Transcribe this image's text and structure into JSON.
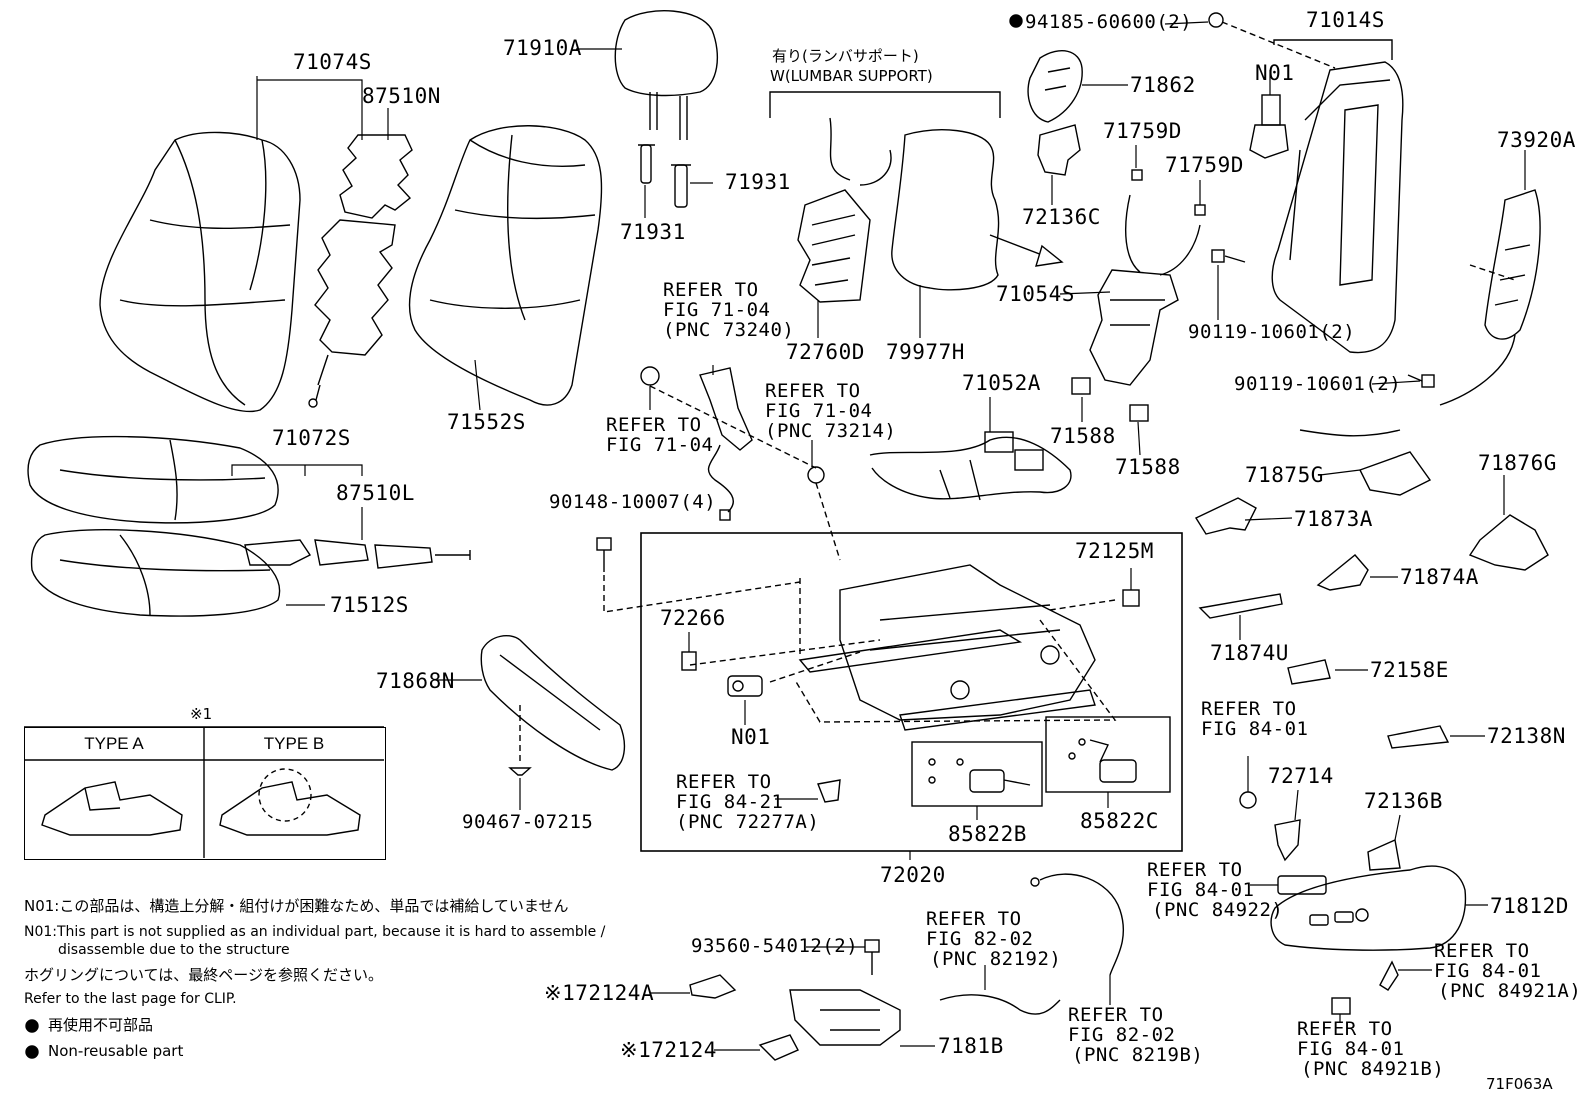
{
  "diagram": {
    "figure_code": "71F063A",
    "lumbar_header_jp": "有り(ランバサポート)",
    "lumbar_header_en": "W(LUMBAR SUPPORT)",
    "type_box": {
      "marker": "※1",
      "type_a": "TYPE A",
      "type_b": "TYPE B"
    },
    "notes": {
      "n01_jp": "N01:この部品は、構造上分解・組付けが困難なため、単品では補給していません",
      "n01_en_1": "N01:This part is not supplied as an individual part, because it is hard to assemble /",
      "n01_en_2": "disassemble due to the structure",
      "clip_jp": "ホグリングについては、最終ページを参照ください。",
      "clip_en": "Refer to the last page for CLIP.",
      "nonreuse_jp": "再使用不可部品",
      "nonreuse_en": "Non-reusable part"
    },
    "labels": [
      {
        "id": "p71074S",
        "text": "71074S"
      },
      {
        "id": "p87510N",
        "text": "87510N"
      },
      {
        "id": "p71910A",
        "text": "71910A"
      },
      {
        "id": "p71931a",
        "text": "71931"
      },
      {
        "id": "p71931b",
        "text": "71931"
      },
      {
        "id": "p72760D",
        "text": "72760D"
      },
      {
        "id": "p79977H",
        "text": "79977H"
      },
      {
        "id": "p94185",
        "text": "94185-60600(2)"
      },
      {
        "id": "p71862",
        "text": "71862"
      },
      {
        "id": "p71759Da",
        "text": "71759D"
      },
      {
        "id": "p71759Db",
        "text": "71759D"
      },
      {
        "id": "p72136C",
        "text": "72136C"
      },
      {
        "id": "p71014S",
        "text": "71014S"
      },
      {
        "id": "pN01a",
        "text": "N01"
      },
      {
        "id": "p73920A",
        "text": "73920A"
      },
      {
        "id": "p71054S",
        "text": "71054S"
      },
      {
        "id": "p90119a",
        "text": "90119-10601(2)"
      },
      {
        "id": "p90119b",
        "text": "90119-10601(2)"
      },
      {
        "id": "p71552S",
        "text": "71552S"
      },
      {
        "id": "p71072S",
        "text": "71072S"
      },
      {
        "id": "p87510L",
        "text": "87510L"
      },
      {
        "id": "p71512S",
        "text": "71512S"
      },
      {
        "id": "p71052A",
        "text": "71052A"
      },
      {
        "id": "p71588a",
        "text": "71588"
      },
      {
        "id": "p71588b",
        "text": "71588"
      },
      {
        "id": "p71875G",
        "text": "71875G"
      },
      {
        "id": "p71876G",
        "text": "71876G"
      },
      {
        "id": "p71873A",
        "text": "71873A"
      },
      {
        "id": "p71874A",
        "text": "71874A"
      },
      {
        "id": "p71874U",
        "text": "71874U"
      },
      {
        "id": "p72158E",
        "text": "72158E"
      },
      {
        "id": "p72138N",
        "text": "72138N"
      },
      {
        "id": "p90148",
        "text": "90148-10007(4)"
      },
      {
        "id": "p72125M",
        "text": "72125M"
      },
      {
        "id": "p72266",
        "text": "72266"
      },
      {
        "id": "pN01b",
        "text": "N01"
      },
      {
        "id": "p71868N",
        "text": "71868N"
      },
      {
        "id": "p90467",
        "text": "90467-07215"
      },
      {
        "id": "p85822B",
        "text": "85822B"
      },
      {
        "id": "p85822C",
        "text": "85822C"
      },
      {
        "id": "p72020",
        "text": "72020"
      },
      {
        "id": "p72714",
        "text": "72714"
      },
      {
        "id": "p72136B",
        "text": "72136B"
      },
      {
        "id": "p71812D",
        "text": "71812D"
      },
      {
        "id": "p93560",
        "text": "93560-54012(2)"
      },
      {
        "id": "p72124A",
        "text": "※172124A"
      },
      {
        "id": "p72124",
        "text": "※172124"
      },
      {
        "id": "p7181B",
        "text": "7181B"
      }
    ],
    "refs": [
      {
        "id": "r1",
        "line1": "REFER TO",
        "line2": "FIG 71-04",
        "line3": "(PNC 73240)"
      },
      {
        "id": "r2",
        "line1": "REFER TO",
        "line2": "FIG 71-04",
        "line3": ""
      },
      {
        "id": "r3",
        "line1": "REFER TO",
        "line2": "FIG 71-04",
        "line3": "(PNC 73214)"
      },
      {
        "id": "r4",
        "line1": "REFER TO",
        "line2": "FIG 84-21",
        "line3": "(PNC 72277A)"
      },
      {
        "id": "r5",
        "line1": "REFER TO",
        "line2": "FIG 84-01",
        "line3": ""
      },
      {
        "id": "r6",
        "line1": "REFER TO",
        "line2": "FIG 84-01",
        "line3": "(PNC 84922)"
      },
      {
        "id": "r7",
        "line1": "REFER TO",
        "line2": "FIG 82-02",
        "line3": "(PNC 82192)"
      },
      {
        "id": "r8",
        "line1": "REFER TO",
        "line2": "FIG 82-02",
        "line3": "(PNC 8219B)"
      },
      {
        "id": "r9",
        "line1": "REFER TO",
        "line2": "FIG 84-01",
        "line3": "(PNC 84921A)"
      },
      {
        "id": "r10",
        "line1": "REFER TO",
        "line2": "FIG 84-01",
        "line3": "(PNC 84921B)"
      }
    ]
  }
}
